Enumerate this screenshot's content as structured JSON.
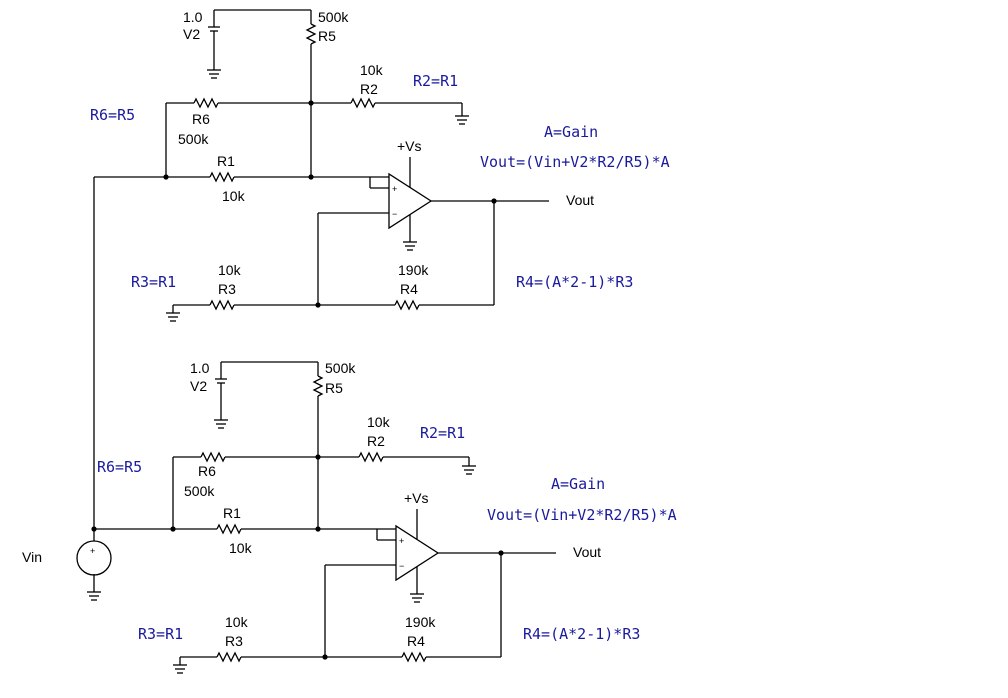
{
  "input": {
    "label": "Vin"
  },
  "stages": [
    {
      "v2": {
        "value": "1.0",
        "name": "V2"
      },
      "r5": {
        "value": "500k",
        "name": "R5"
      },
      "r2": {
        "value": "10k",
        "name": "R2",
        "note": "R2=R1"
      },
      "r6": {
        "value": "500k",
        "name": "R6",
        "note": "R6=R5"
      },
      "r1": {
        "value": "10k",
        "name": "R1"
      },
      "r3": {
        "value": "10k",
        "name": "R3",
        "note": "R3=R1"
      },
      "r4": {
        "value": "190k",
        "name": "R4",
        "note": "R4=(A*2-1)*R3"
      },
      "supply": "+Vs",
      "gain_note": "A=Gain",
      "formula": "Vout=(Vin+V2*R2/R5)*A",
      "output": "Vout"
    },
    {
      "v2": {
        "value": "1.0",
        "name": "V2"
      },
      "r5": {
        "value": "500k",
        "name": "R5"
      },
      "r2": {
        "value": "10k",
        "name": "R2",
        "note": "R2=R1"
      },
      "r6": {
        "value": "500k",
        "name": "R6",
        "note": "R6=R5"
      },
      "r1": {
        "value": "10k",
        "name": "R1"
      },
      "r3": {
        "value": "10k",
        "name": "R3",
        "note": "R3=R1"
      },
      "r4": {
        "value": "190k",
        "name": "R4",
        "note": "R4=(A*2-1)*R3"
      },
      "supply": "+Vs",
      "gain_note": "A=Gain",
      "formula": "Vout=(Vin+V2*R2/R5)*A",
      "output": "Vout"
    }
  ]
}
